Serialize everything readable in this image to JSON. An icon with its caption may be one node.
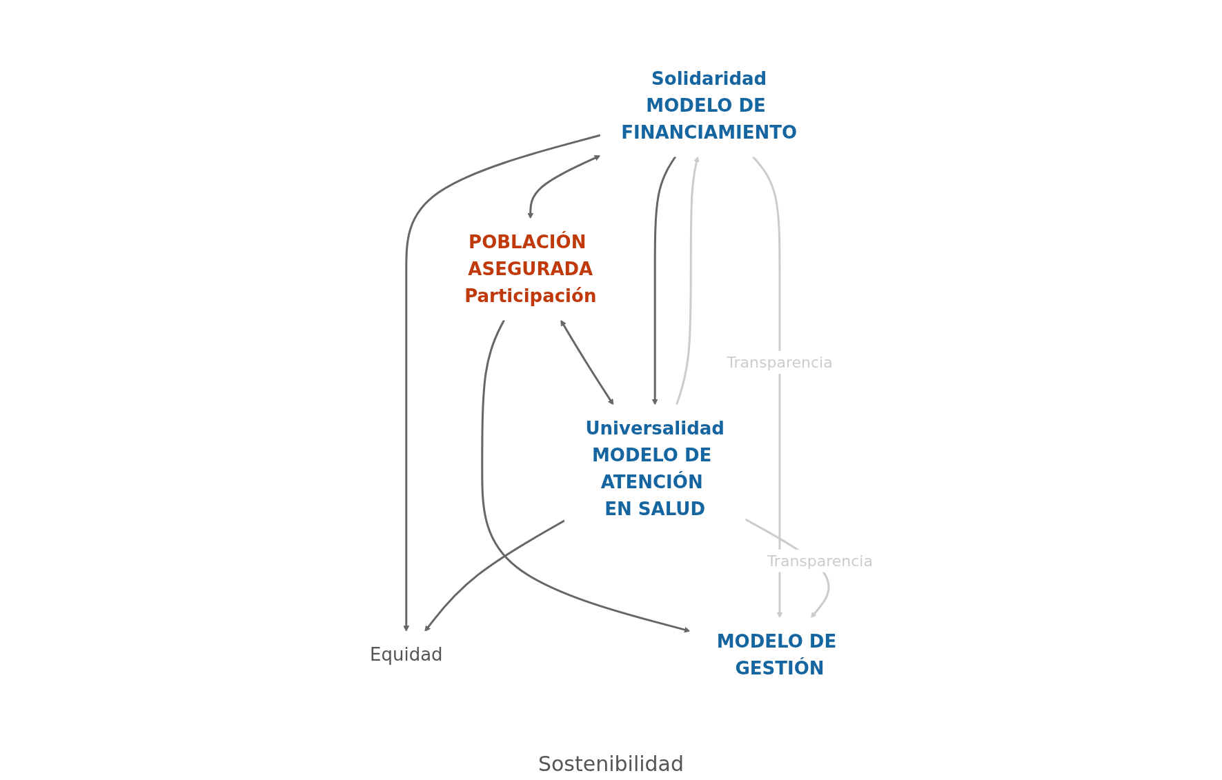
{
  "diagram": {
    "nodes": [
      {
        "text": [
          "Equidad"
        ]
      },
      {
        "text": [
          "Solidaridad",
          "MODELO DE FINANCIAMIENTO"
        ]
      },
      {
        "text": [
          "POBLACIÓN ASEGURADA",
          "Participación"
        ]
      },
      {
        "text": [
          "Universalidad",
          "MODELO DE ATENCIÓN EN SALUD"
        ]
      },
      {
        "text": [
          "MODELO DE GESTIÓN"
        ]
      }
    ],
    "edges": [
      {
        "from": 1,
        "to": 0,
        "arrow": "to"
      },
      {
        "from": 3,
        "to": 0,
        "arrow": "to"
      },
      {
        "from": 1,
        "to": 2,
        "arrow": "both"
      },
      {
        "from": 2,
        "to": 3,
        "arrow": "both"
      },
      {
        "from": 2,
        "to": 4,
        "arrow": "to"
      },
      {
        "from": 1,
        "to": 4,
        "arrow": "to",
        "label": "Transparencia",
        "color": "#cccccc"
      },
      {
        "from": 3,
        "to": 4,
        "arrow": "to",
        "label": "Transparencia",
        "color": "#cccccc"
      },
      {
        "from": 3,
        "to": 1,
        "arrow": "to",
        "color": "#cccccc"
      },
      {
        "from": 1,
        "to": 3,
        "arrow": "to"
      }
    ],
    "labels": [
      "Sostenibilidad"
    ]
  }
}
